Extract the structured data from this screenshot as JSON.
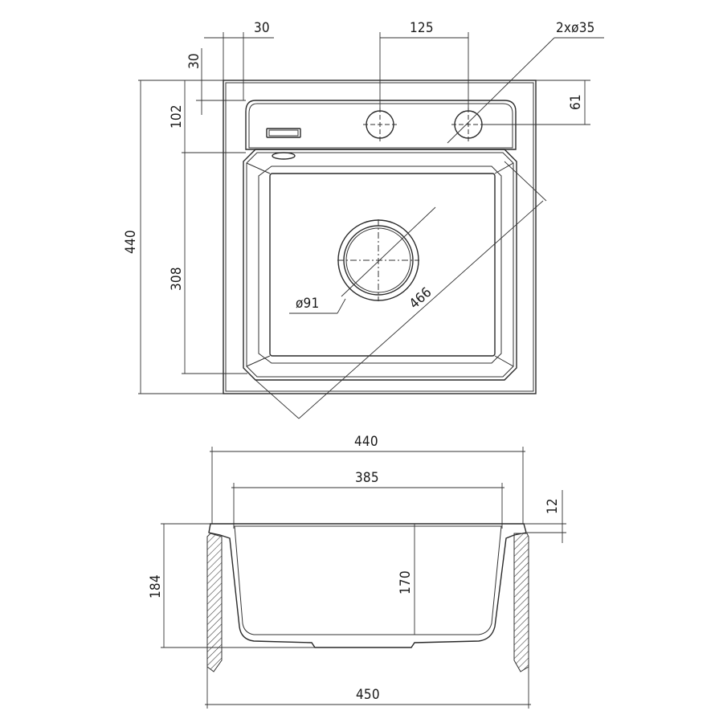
{
  "top_view": {
    "dims": {
      "offset_left": "30",
      "tap_spacing": "125",
      "holes": "2xø35",
      "offset_top": "30",
      "shelf_depth": "102",
      "hole_offset": "61",
      "overall_height": "440",
      "bowl_height": "308",
      "drain_diameter": "ø91",
      "diagonal": "466"
    }
  },
  "side_view": {
    "dims": {
      "top_width": "440",
      "bowl_width": "385",
      "rim_thickness": "12",
      "overall_depth": "184",
      "bowl_depth": "170",
      "bottom_width": "450"
    }
  }
}
